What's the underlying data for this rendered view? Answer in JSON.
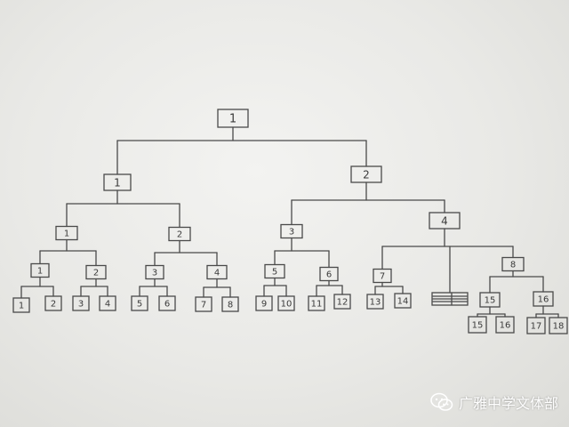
{
  "tree": {
    "label": "1",
    "children": [
      {
        "label": "1",
        "children": [
          {
            "label": "1",
            "children": [
              {
                "label": "1",
                "children": [
                  {
                    "label": "1"
                  },
                  {
                    "label": "2"
                  }
                ]
              },
              {
                "label": "2",
                "children": [
                  {
                    "label": "3"
                  },
                  {
                    "label": "4"
                  }
                ]
              }
            ]
          },
          {
            "label": "2",
            "children": [
              {
                "label": "3",
                "children": [
                  {
                    "label": "5"
                  },
                  {
                    "label": "6"
                  }
                ]
              },
              {
                "label": "4",
                "children": [
                  {
                    "label": "7"
                  },
                  {
                    "label": "8"
                  }
                ]
              }
            ]
          }
        ]
      },
      {
        "label": "2",
        "children": [
          {
            "label": "3",
            "children": [
              {
                "label": "5",
                "children": [
                  {
                    "label": "9"
                  },
                  {
                    "label": "10"
                  }
                ]
              },
              {
                "label": "6",
                "children": [
                  {
                    "label": "11"
                  },
                  {
                    "label": "12"
                  }
                ]
              }
            ]
          },
          {
            "label": "4",
            "children": [
              {
                "label": "7",
                "children": [
                  {
                    "label": "13"
                  },
                  {
                    "label": "14"
                  }
                ]
              },
              {
                "label": "",
                "struck": true
              },
              {
                "label": "8",
                "children": [
                  {
                    "label": "15",
                    "children": [
                      {
                        "label": "15"
                      },
                      {
                        "label": "16"
                      }
                    ]
                  },
                  {
                    "label": "16",
                    "children": [
                      {
                        "label": "17"
                      },
                      {
                        "label": "18"
                      }
                    ]
                  }
                ]
              }
            ]
          }
        ]
      }
    ]
  },
  "watermark": {
    "text": "广雅中学文体部",
    "icon": "wechat-icon"
  }
}
